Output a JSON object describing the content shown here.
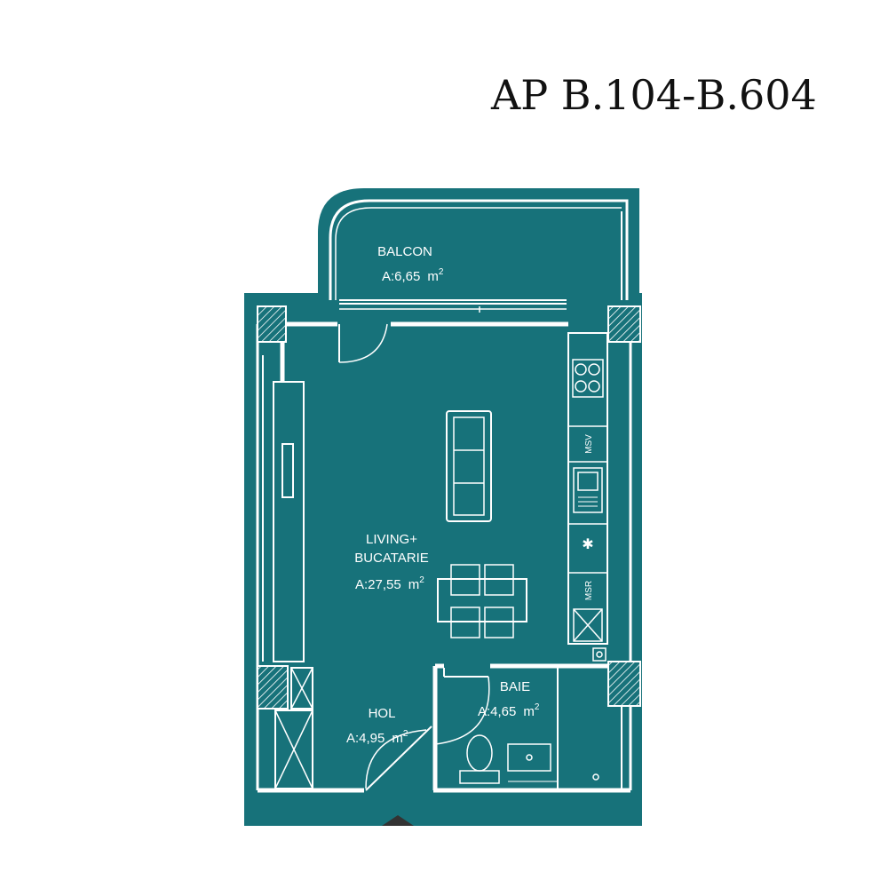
{
  "title": "AP B.104-B.604",
  "colors": {
    "floor": "#17727a",
    "wall": "#ffffff",
    "text": "#111111"
  },
  "rooms": {
    "balcon": {
      "name": "BALCON",
      "area": "A:6,65",
      "unit": "m",
      "sup": "2"
    },
    "living": {
      "name1": "LIVING+",
      "name2": "BUCATARIE",
      "area": "A:27,55",
      "unit": "m",
      "sup": "2"
    },
    "hol": {
      "name": "HOL",
      "area": "A:4,95",
      "unit": "m",
      "sup": "2"
    },
    "baie": {
      "name": "BAIE",
      "area": "A:4,65",
      "unit": "m",
      "sup": "2"
    }
  },
  "appliances": {
    "msv": "MSV",
    "msr": "MSR"
  }
}
